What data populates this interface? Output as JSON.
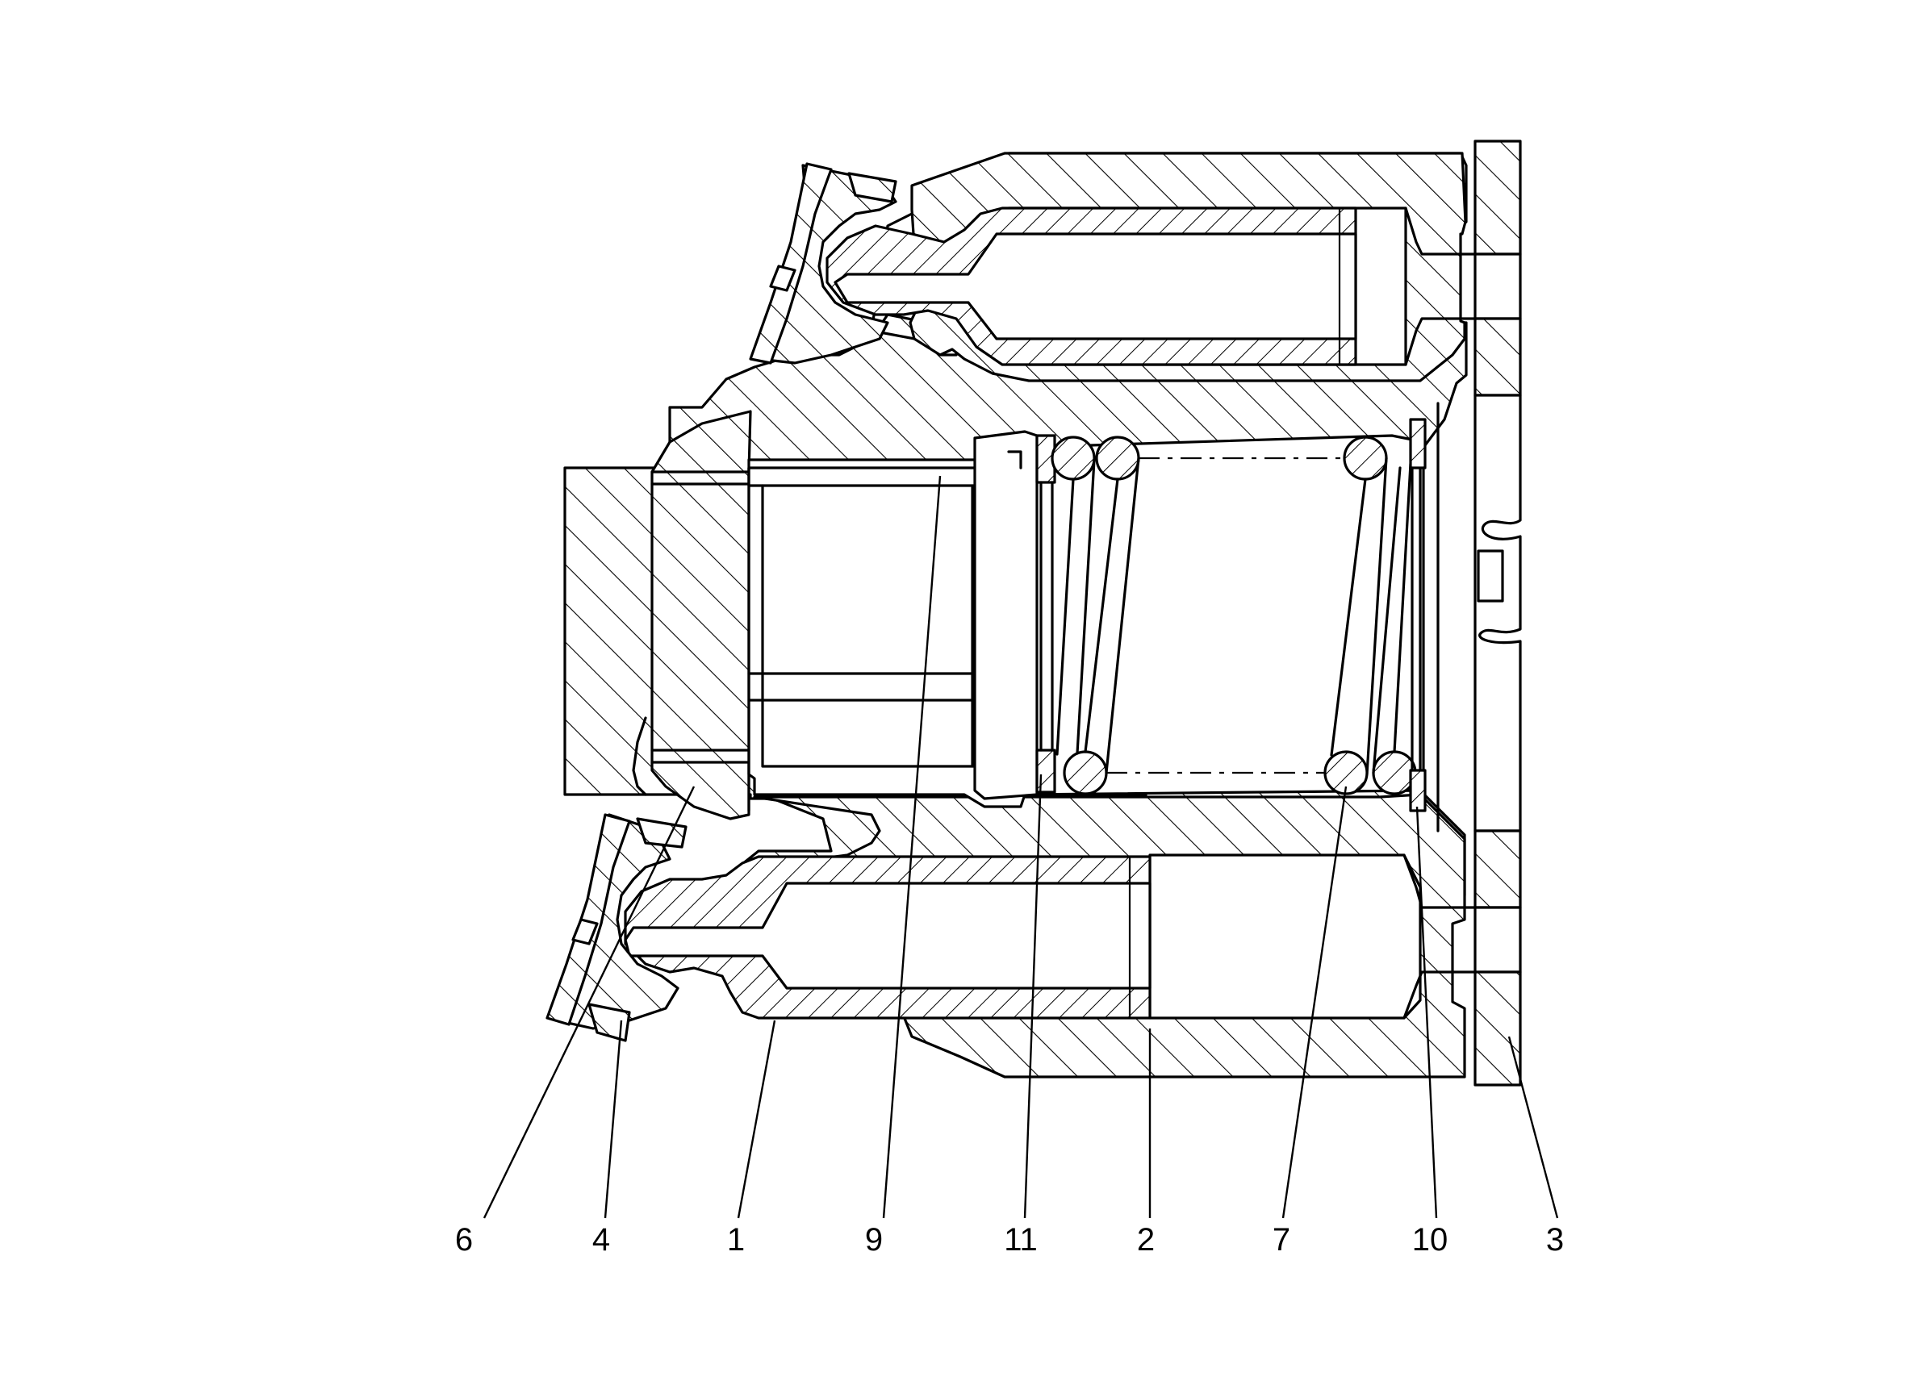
{
  "diagram": {
    "callouts": [
      {
        "id": "c6",
        "label": "6"
      },
      {
        "id": "c4",
        "label": "4"
      },
      {
        "id": "c1",
        "label": "1"
      },
      {
        "id": "c9",
        "label": "9"
      },
      {
        "id": "c11",
        "label": "11"
      },
      {
        "id": "c2",
        "label": "2"
      },
      {
        "id": "c7",
        "label": "7"
      },
      {
        "id": "c10",
        "label": "10"
      },
      {
        "id": "c3",
        "label": "3"
      }
    ]
  },
  "colors": {
    "line": "#000000",
    "background": "#ffffff"
  }
}
